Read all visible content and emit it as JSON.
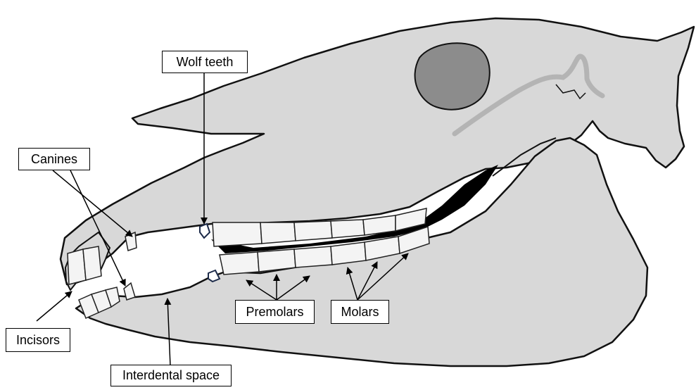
{
  "labels": {
    "wolf_teeth": "Wolf teeth",
    "canines": "Canines",
    "incisors": "Incisors",
    "interdental_space": "Interdental space",
    "premolars": "Premolars",
    "molars": "Molars"
  },
  "colors": {
    "skull_fill": "#d8d8d8",
    "outline": "#111111",
    "eye_socket": "#8c8c8c",
    "nerve": "#b4b4b4",
    "tooth": "#f4f4f4",
    "gum_line": "#000000",
    "wolf_tooth_outline": "#1d2b4a"
  }
}
